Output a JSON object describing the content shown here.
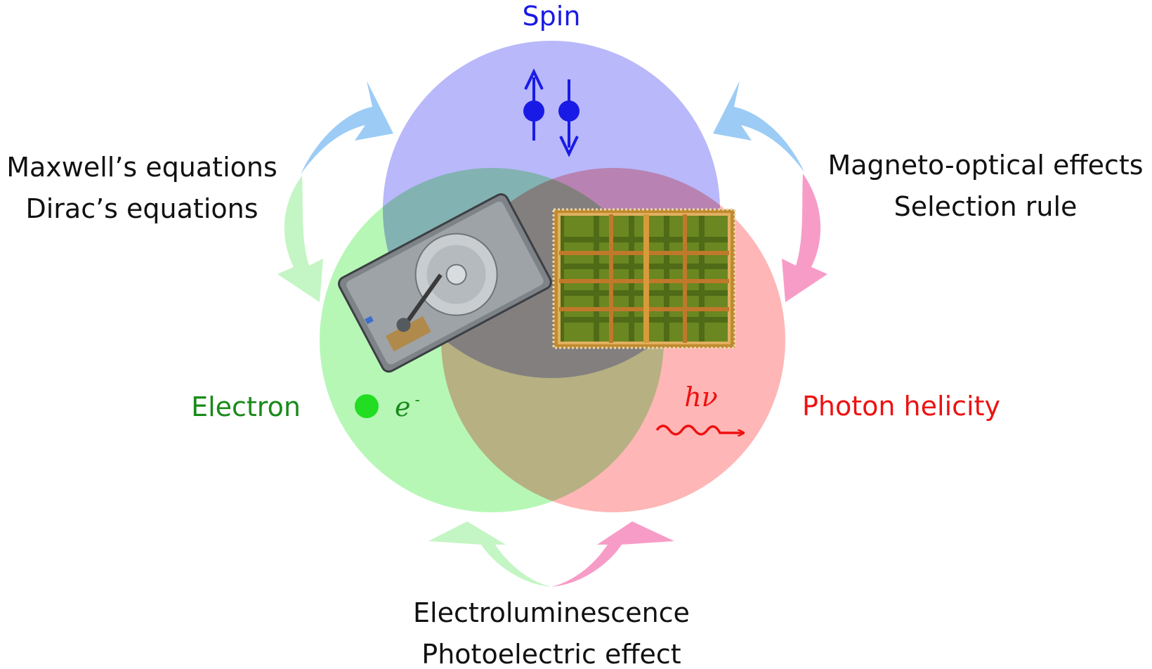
{
  "labels": {
    "spin": "Spin",
    "electron": "Electron",
    "photon": "Photon helicity",
    "electron_symbol": "e",
    "electron_charge": "-",
    "photon_symbol": "hν"
  },
  "relations": {
    "spin_electron": [
      "Maxwell’s equations",
      "Dirac’s equations"
    ],
    "spin_photon": [
      "Magneto-optical effects",
      "Selection rule"
    ],
    "electron_photon": [
      "Electroluminescence",
      "Photoelectric effect"
    ]
  },
  "pictures": {
    "left": "hard-disk-drive",
    "right": "integrated-circuit-chip"
  },
  "colors": {
    "spin": "#1a1ae6",
    "electron": "#1a8a1a",
    "photon": "#ee1111",
    "text": "#111111",
    "spin_circle": "#b8b8fa",
    "electron_circle": "#b6f7b6",
    "photon_circle": "#ffb6b6",
    "arrow_blue": "#9cccf5",
    "arrow_green": "#c4f5c4",
    "arrow_pink": "#f79cc7"
  }
}
